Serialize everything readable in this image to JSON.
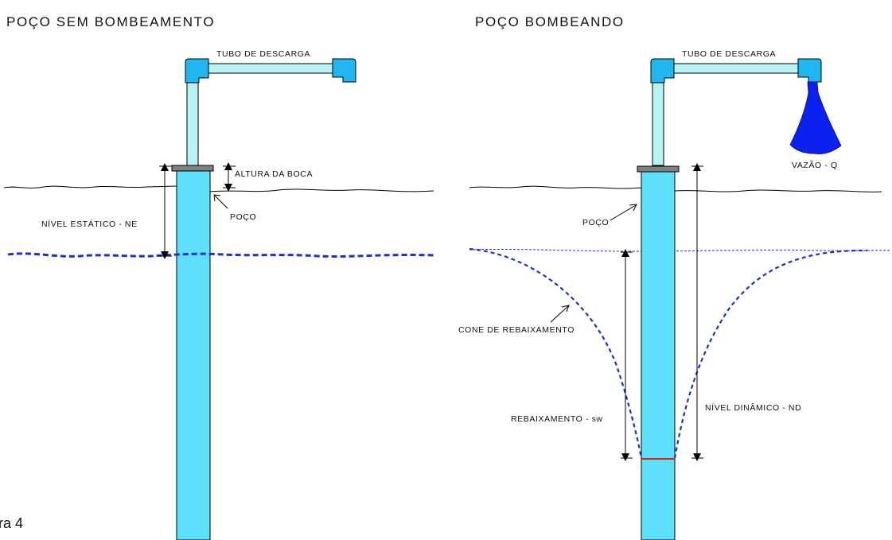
{
  "titles": {
    "left": "POÇO SEM BOMBEAMENTO",
    "right": "POÇO BOMBEANDO"
  },
  "labels": {
    "discharge_tube_left": "TUBO DE DESCARGA",
    "discharge_tube_right": "TUBO DE DESCARGA",
    "mouth_height": "ALTURA DA BOCA",
    "static_level": "NÍVEL ESTÁTICO - NE",
    "well_left": "POÇO",
    "well_right": "POÇO",
    "flow": "VAZÃO - Q",
    "drawdown_cone": "CONE DE REBAIXAMENTO",
    "drawdown": "REBAIXAMENTO - sw",
    "dynamic_level": "NÍVEL DINÂMICO - ND",
    "figure_caption": "ra 4"
  },
  "colors": {
    "well_casing": "#5ee0fb",
    "tube_elbow": "#22b6f0",
    "tube_pipe": "#b7f3f2",
    "water_level": "#1a2fd8",
    "flow_jet": "#0b21ef",
    "well_cap": "#808080",
    "dynamic_marker": "#e02020"
  },
  "icons": {
    "well": "water-well",
    "tube": "discharge-pipe",
    "flow": "water-jet"
  }
}
